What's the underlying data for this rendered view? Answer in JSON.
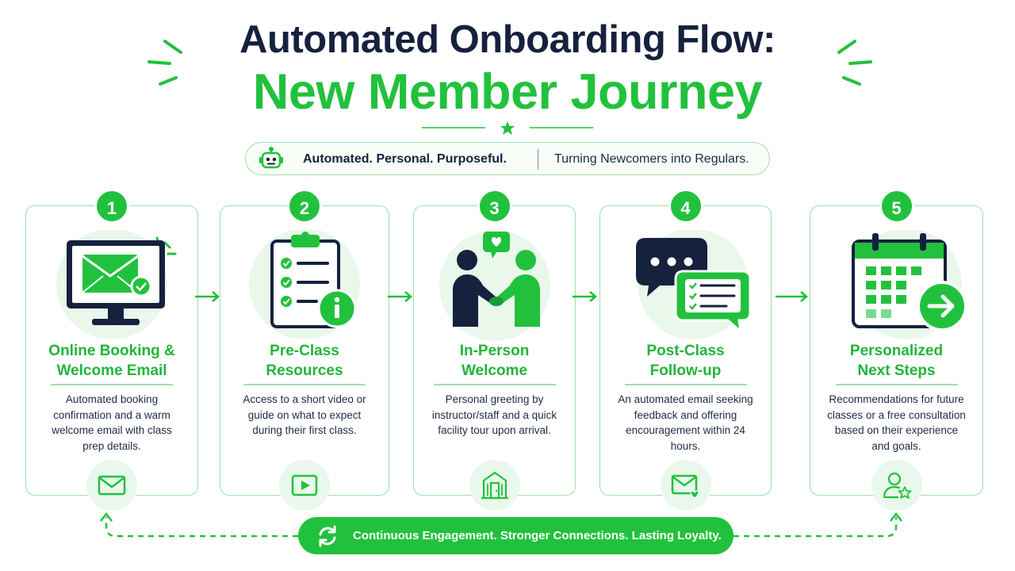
{
  "title": {
    "line1": "Automated Onboarding Flow:",
    "line2": "New Member Journey"
  },
  "tagline": {
    "main": "Automated. Personal. Purposeful.",
    "sub": "Turning Newcomers into Regulars."
  },
  "colors": {
    "accent": "#22c13d",
    "dark": "#16213e",
    "light_green": "#e9f8eb",
    "border": "#9fe0a8"
  },
  "steps": [
    {
      "number": "1",
      "title_line1": "Online Booking &",
      "title_line2": "Welcome Email",
      "desc": "Automated booking confirmation and a warm welcome email with class prep details.",
      "icon": "monitor-email-icon",
      "mini_icon": "envelope-icon"
    },
    {
      "number": "2",
      "title_line1": "Pre-Class",
      "title_line2": "Resources",
      "desc": "Access to a short video or guide on what to expect during their first class.",
      "icon": "clipboard-checklist-icon",
      "mini_icon": "play-button-icon"
    },
    {
      "number": "3",
      "title_line1": "In-Person",
      "title_line2": "Welcome",
      "desc": "Personal greeting by instructor/staff and a quick facility tour upon arrival.",
      "icon": "handshake-icon",
      "mini_icon": "building-door-icon"
    },
    {
      "number": "4",
      "title_line1": "Post-Class",
      "title_line2": "Follow-up",
      "desc": "An automated email seeking feedback and offering encouragement within 24 hours.",
      "icon": "chat-feedback-icon",
      "mini_icon": "envelope-heart-icon"
    },
    {
      "number": "5",
      "title_line1": "Personalized",
      "title_line2": "Next Steps",
      "desc": "Recommendations for future classes or a free consultation based on their experience and goals.",
      "icon": "calendar-arrow-icon",
      "mini_icon": "user-star-icon"
    }
  ],
  "footer": {
    "text": "Continuous Engagement. Stronger Connections. Lasting Loyalty.",
    "icon": "refresh-icon"
  }
}
